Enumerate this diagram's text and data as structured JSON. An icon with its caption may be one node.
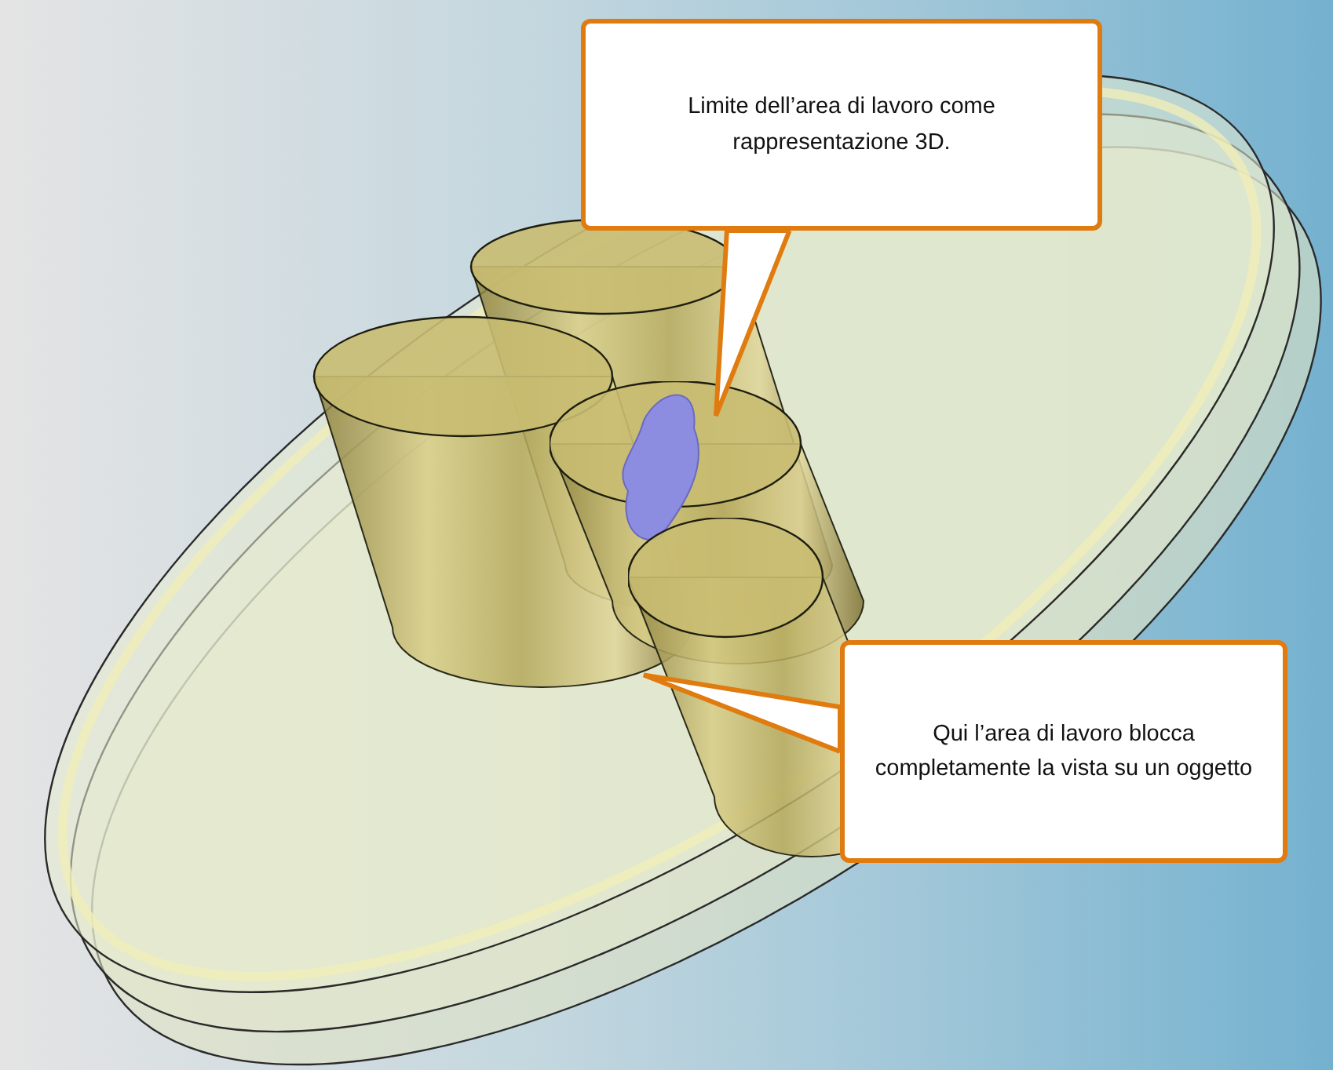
{
  "diagram": {
    "nodes": [
      {
        "text": [
          "Limite dell’area di lavoro come rappresentazione 3D."
        ]
      },
      {
        "text": [],
        "shape": "picture"
      },
      {
        "text": [
          "Qui l’area di lavoro blocca completamente la vista su un oggetto"
        ]
      },
      {
        "text": [],
        "shape": "picture"
      }
    ],
    "edges": [
      {
        "from": 0,
        "to": 1,
        "arrow": "none"
      },
      {
        "from": 2,
        "to": 3,
        "arrow": "none"
      }
    ]
  }
}
